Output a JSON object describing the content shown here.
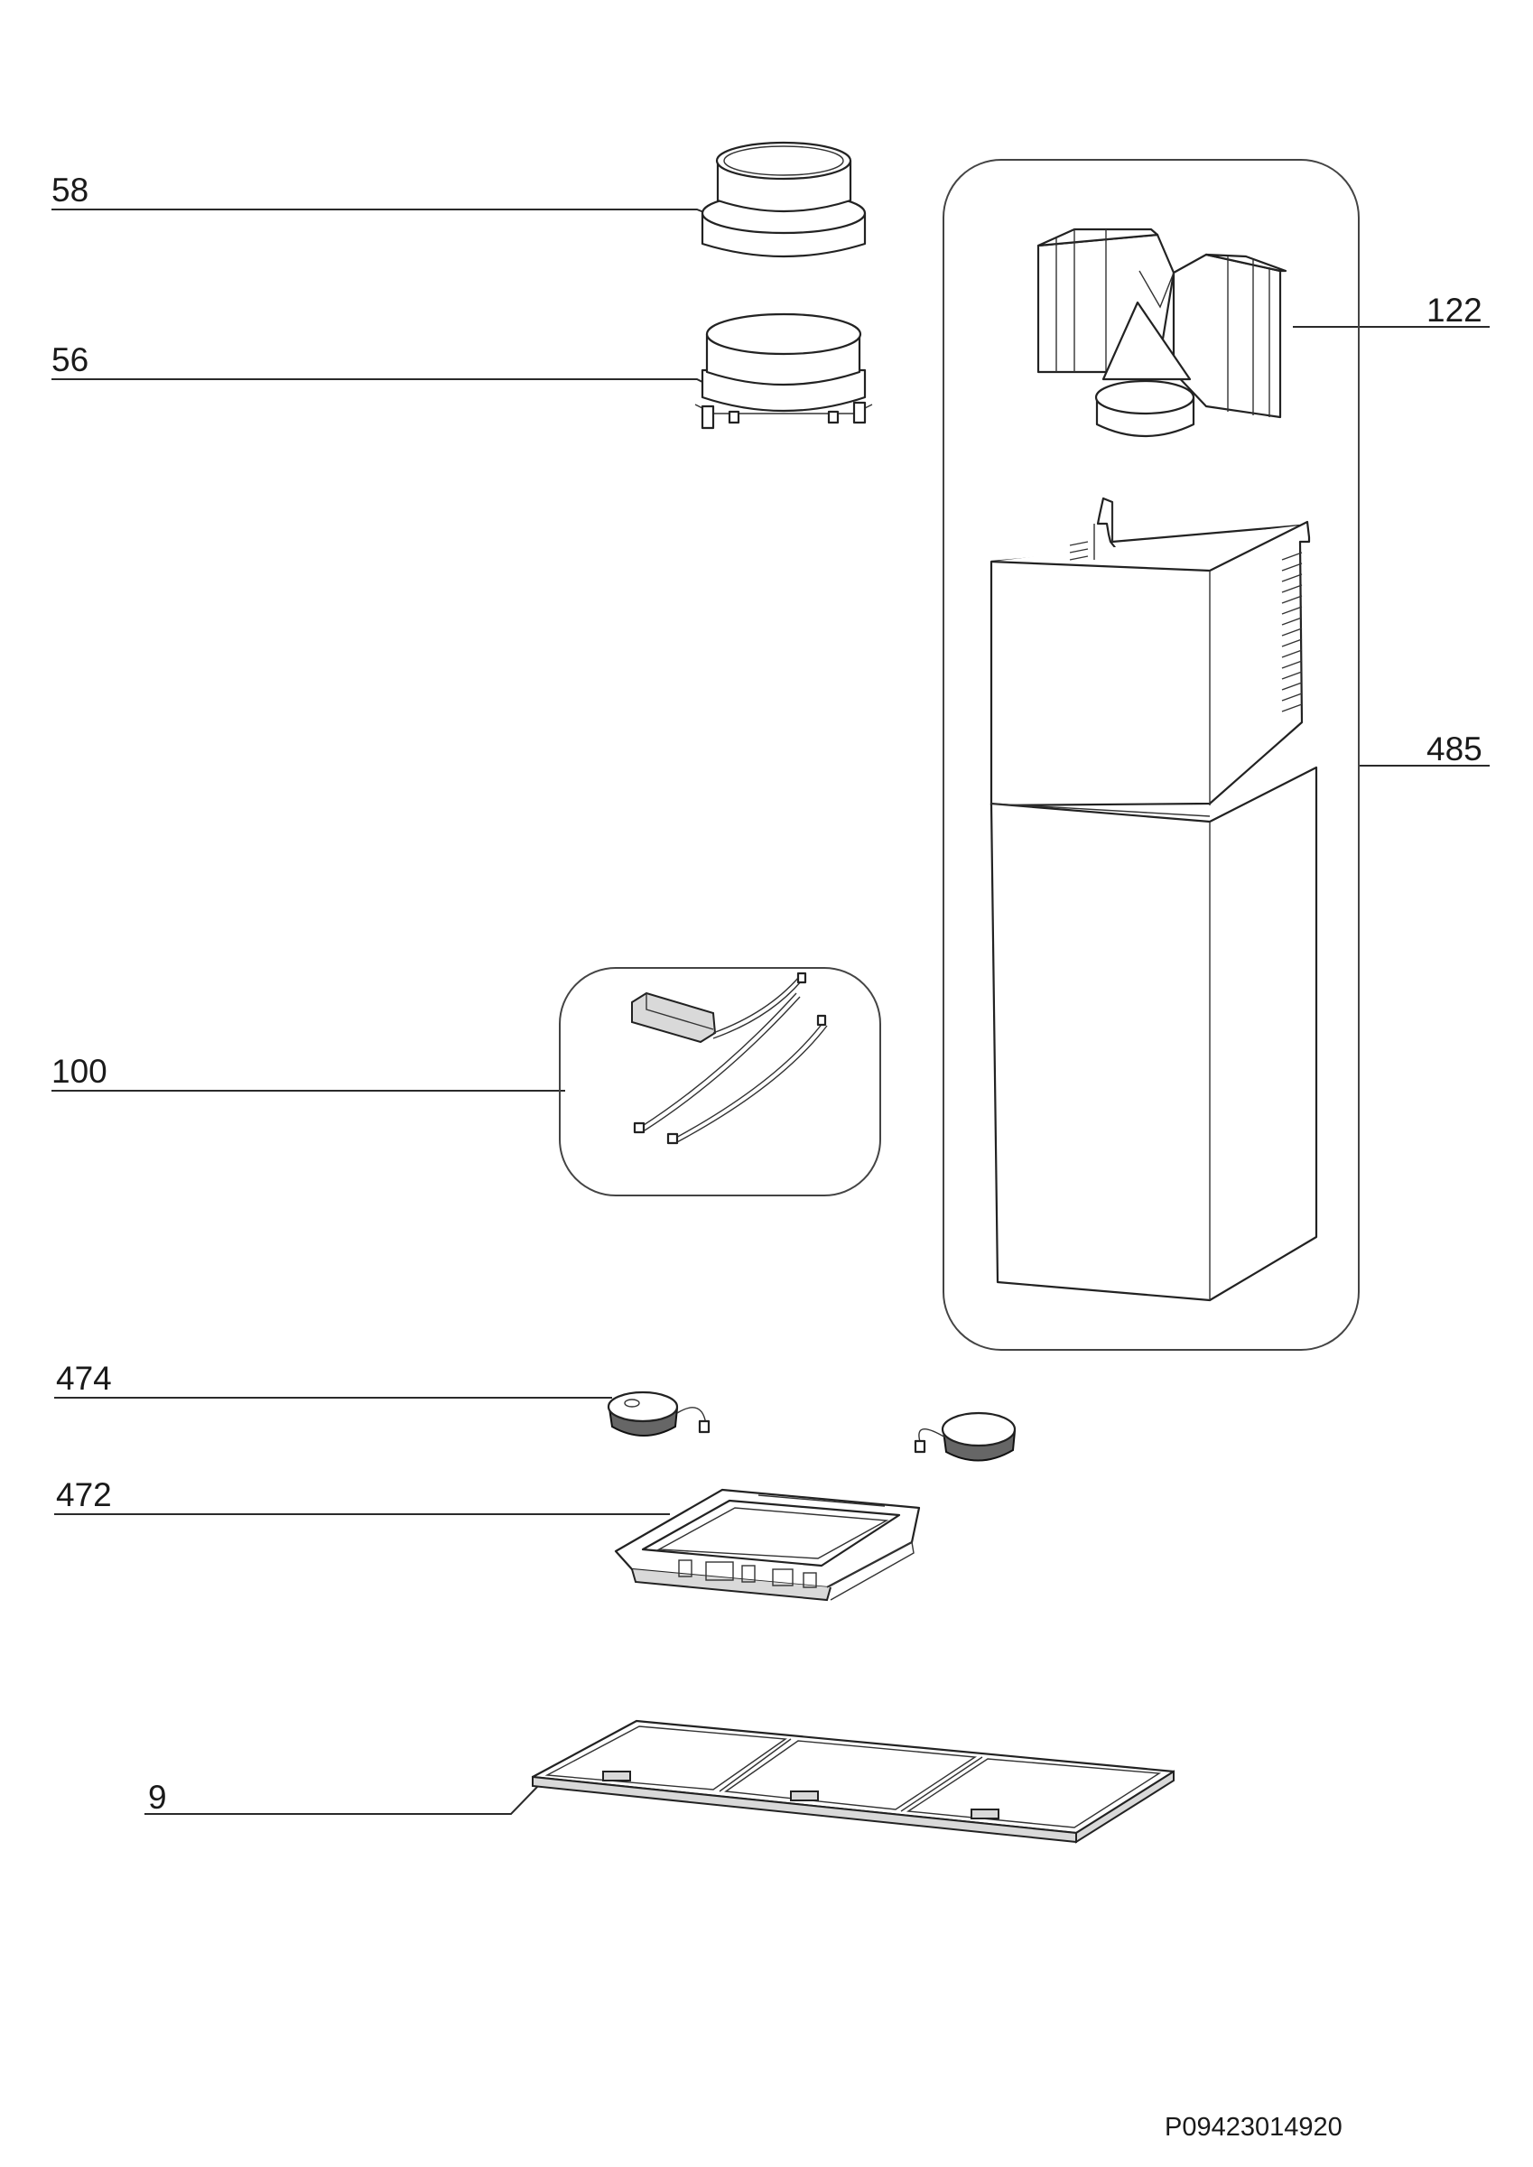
{
  "callouts": {
    "p58": "58",
    "p56": "56",
    "p122": "122",
    "p485": "485",
    "p100": "100",
    "p474": "474",
    "p472": "472",
    "p9": "9"
  },
  "drawing_code": "P09423014920"
}
